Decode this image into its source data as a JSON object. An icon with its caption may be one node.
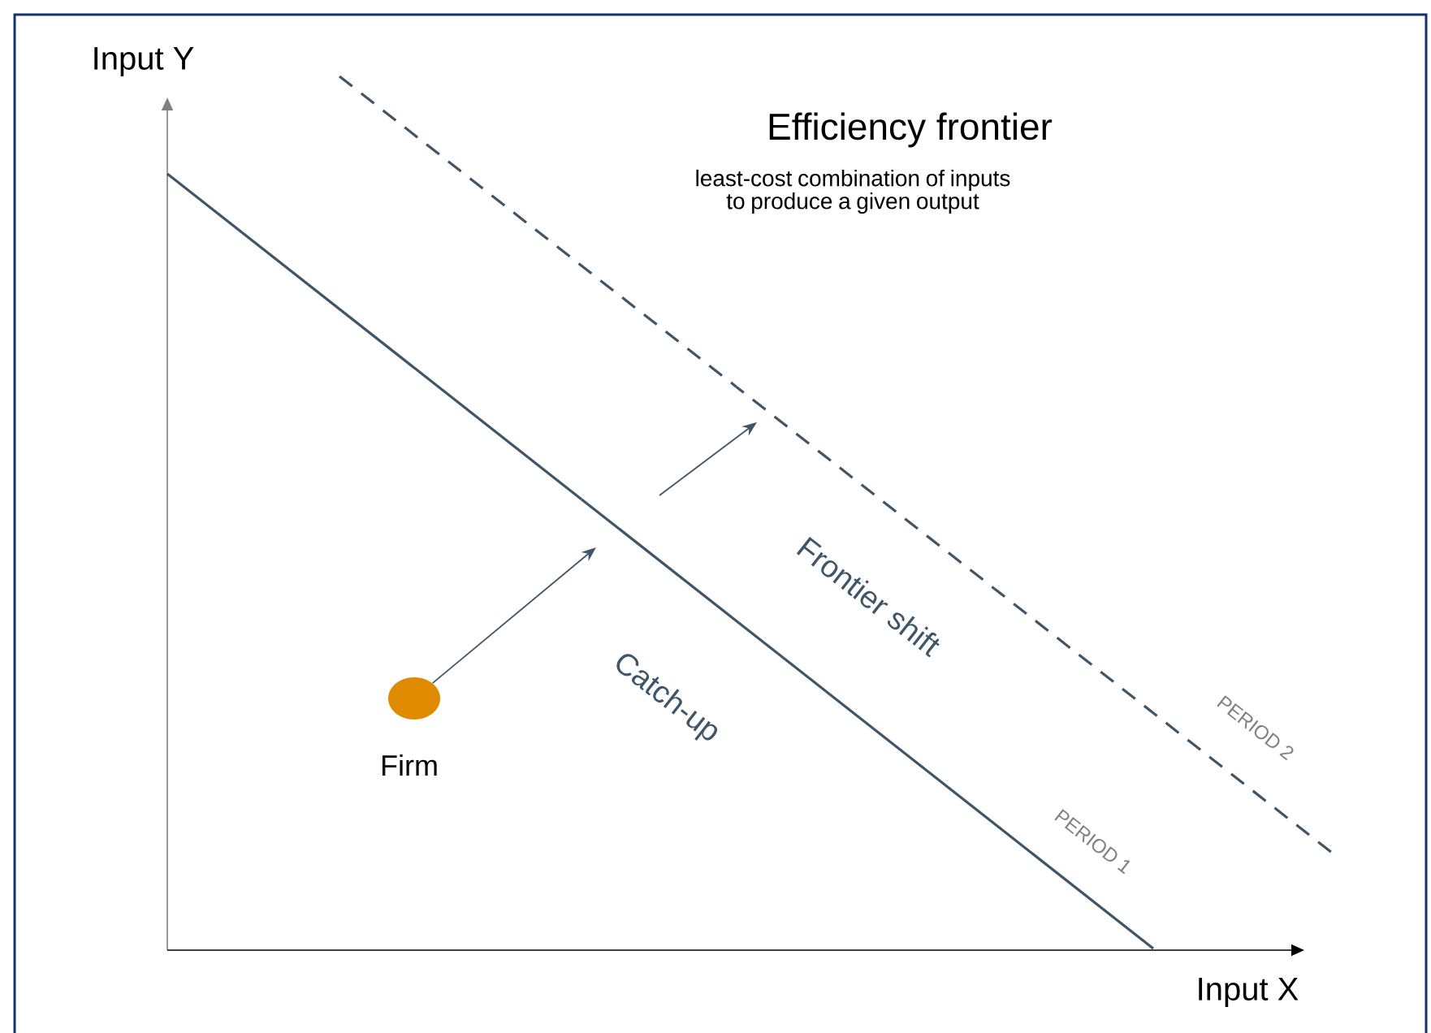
{
  "diagram": {
    "title": "Efficiency frontier",
    "nodes": [
      {
        "text": [
          "Firm"
        ]
      },
      {
        "text": [
          "PERIOD 1"
        ]
      },
      {
        "text": [
          "PERIOD 2"
        ]
      }
    ],
    "edges": [
      {
        "from": 0,
        "to": 1,
        "arrow": "to"
      },
      {
        "from": 1,
        "to": 2,
        "arrow": "to"
      }
    ],
    "labels": [
      "Input Y",
      "least-cost combination of inputs to produce a given output",
      "Catch-up",
      "Frontier shift",
      "Input X"
    ]
  }
}
